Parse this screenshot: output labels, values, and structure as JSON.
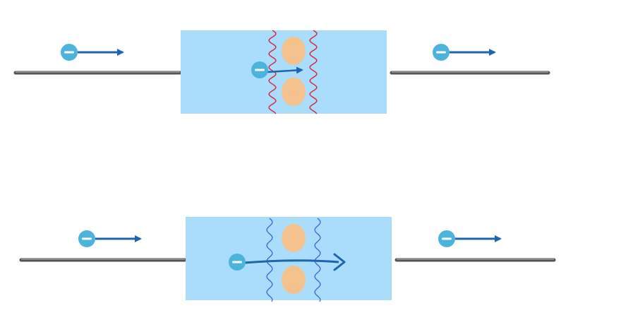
{
  "colors": {
    "background": "#ffffff",
    "wire": "#555555",
    "wire_highlight": "#9a9a9a",
    "conductor_box": "#aadcfb",
    "atom": "#f4c28d",
    "electron": "#4bb3dc",
    "electron_sign": "#ffffff",
    "arrow": "#1f64ad",
    "vibration_hot": "#d4263a",
    "vibration_cold": "#2b5fd9"
  },
  "panels": [
    {
      "id": "hot",
      "vibration_color_key": "vibration_hot",
      "vibration_amplitude": "large",
      "inner_arrow": "short"
    },
    {
      "id": "cold",
      "vibration_color_key": "vibration_cold",
      "vibration_amplitude": "small",
      "inner_arrow": "long-curved"
    }
  ],
  "icons": {
    "electron": "minus-circle-icon",
    "direction": "arrow-right-icon"
  }
}
